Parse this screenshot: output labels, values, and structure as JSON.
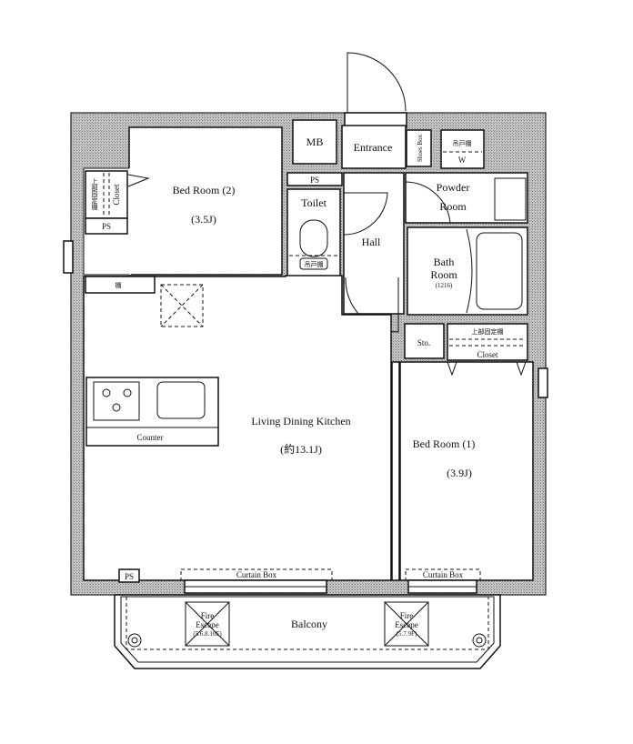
{
  "rooms": {
    "bedroom2": {
      "name": "Bed Room (2)",
      "size": "(3.5J)"
    },
    "closet_left": {
      "name": "Closet",
      "shelf": "上部固定棚"
    },
    "ps_left": "PS",
    "mb": "MB",
    "ps_mid": "PS",
    "toilet": {
      "name": "Toilet",
      "fixture": "吊戸棚"
    },
    "entrance": "Entrance",
    "shoes_box": "Shoes Box",
    "w_box": {
      "label": "W",
      "fixture": "吊戸棚"
    },
    "powder_room": {
      "line1": "Powder",
      "line2": "Room"
    },
    "hall": "Hall",
    "bath": {
      "line1": "Bath",
      "line2": "Room",
      "size": "(1216)"
    },
    "storage": "Sto.",
    "closet_right": {
      "name": "Closet",
      "shelf": "上部固定棚"
    },
    "ldk": {
      "name": "Living Dining Kitchen",
      "size": "(約13.1J)"
    },
    "counter": "Counter",
    "shelf_ldk": "棚",
    "bedroom1": {
      "name": "Bed Room (1)",
      "size": "(3.9J)"
    },
    "ps_bottom": "PS",
    "curtain_box_left": "Curtain Box",
    "curtain_box_right": "Curtain Box",
    "balcony": "Balcony",
    "fire_escape_left": {
      "line1": "Fire",
      "line2": "Escape",
      "note": "(5.6.8.10F)"
    },
    "fire_escape_right": {
      "line1": "Fire",
      "line2": "Escape",
      "note": "(5.7.9F)"
    }
  },
  "colors": {
    "wall": "#b5b5b5",
    "line": "#111111",
    "floor": "#ffffff"
  }
}
